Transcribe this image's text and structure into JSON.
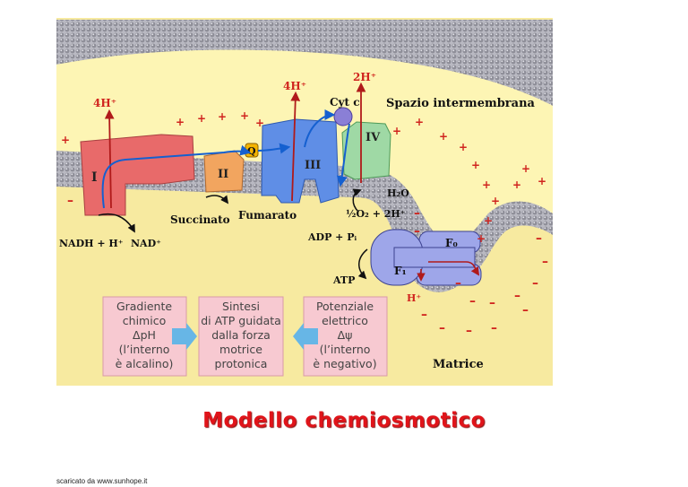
{
  "diagram": {
    "labels": {
      "spazio": "Spazio intermembrana",
      "matrice": "Matrice",
      "complex_I": "I",
      "complex_II": "II",
      "complex_III": "III",
      "complex_IV": "IV",
      "Q": "Q",
      "cytc": "Cyt c",
      "h4_left": "4H⁺",
      "h4_mid": "4H⁺",
      "h2_top": "2H⁺",
      "nadh": "NADH + H⁺",
      "nad": "NAD⁺",
      "succinato": "Succinato",
      "fumarato": "Fumarato",
      "h2o": "H₂O",
      "o2": "½O₂ + 2H⁺",
      "adp": "ADP + Pᵢ",
      "atp": "ATP",
      "f0": "F₀",
      "f1": "F₁",
      "h_atp": "H⁺"
    },
    "boxes": [
      {
        "lines": [
          "Gradiente",
          "chimico",
          "ΔpH",
          "(l’interno",
          "è alcalino)"
        ]
      },
      {
        "lines": [
          "Sintesi",
          "di ATP guidata",
          "dalla forza",
          "motrice",
          "protonica"
        ]
      },
      {
        "lines": [
          "Potenziale",
          "elettrico",
          "Δψ",
          "(l’interno",
          "è negativo)"
        ]
      }
    ],
    "colors": {
      "space": "#fdf5b4",
      "matrix": "#f7eaa0",
      "membrane": "#a3a3ad",
      "complex_I": "#e86a6a",
      "complex_II": "#f2a55f",
      "complex_III": "#5f8ee6",
      "complex_IV": "#9fd9a5",
      "atp_synthase": "#9ea6e9",
      "box": "#f7c9d1",
      "arrow_red": "#b01a1a",
      "arrow_blue": "#1560d0"
    }
  },
  "title": "Modello chemiosmotico",
  "footer": "scaricato da www.sunhope.it"
}
